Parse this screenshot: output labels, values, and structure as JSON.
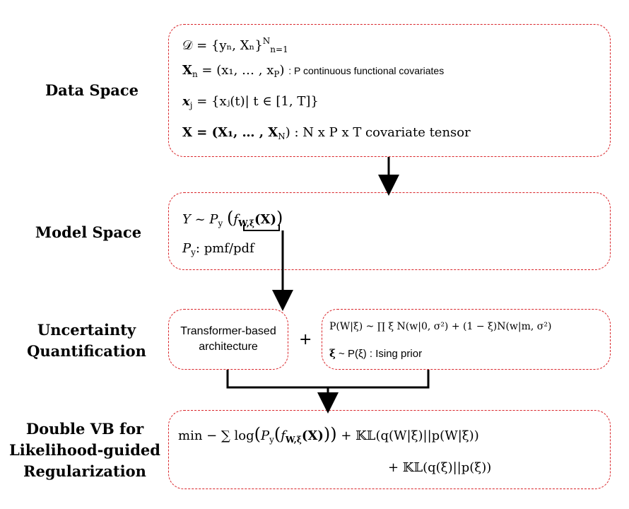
{
  "sections": {
    "data_space": {
      "label": "Data Space",
      "eq1": "𝒟 = {yₙ, Xₙ}",
      "eq1_sub": "n=1",
      "eq1_sup": "N",
      "eq2_lhs": "X",
      "eq2_mid": " = (x₁, … , x",
      "eq2_end": ")",
      "eq2_note": ": P continuous functional covariates",
      "eq3": "x",
      "eq3_rhs": " = {xⱼ(t)| t ∈  [1, T]}",
      "eq4": "X = (X₁, … , X",
      "eq4_note": ") : N x P x T covariate tensor"
    },
    "model_space": {
      "label": "Model Space",
      "eq1": "Y ~ P",
      "eq1_f": "f",
      "eq1_sub": "W,ξ",
      "eq1_arg": "(X)",
      "eq2": "P",
      "eq2_note": ": pmf/pdf"
    },
    "uncertainty": {
      "label_line1": "Uncertainty",
      "label_line2": "Quantification",
      "arch_line1": "Transformer-based",
      "arch_line2": "architecture",
      "plus": "+",
      "prior_eq": "P(W|ξ) ~ ∏ ξ N(w|0, σ²) + (1 − ξ)N(w|m, σ²)",
      "prior_ising_sym": "ξ",
      "prior_ising": " ~ P(ξ) : Ising prior"
    },
    "double_vb": {
      "label_line1": "Double VB for",
      "label_line2": "Likelihood-guided",
      "label_line3": "Regularization",
      "line1_a": "min − ∑ log",
      "line1_b": "P",
      "line1_c": "f",
      "line1_sub": "W,ξ",
      "line1_d": "(X)",
      "line1_e": "+  𝕂𝕃(q(W|ξ)||p(W|ξ))",
      "line2": "+  𝕂𝕃(q(ξ)||p(ξ))"
    }
  },
  "colors": {
    "box_border": "#d9252a",
    "arrow": "#000000"
  }
}
